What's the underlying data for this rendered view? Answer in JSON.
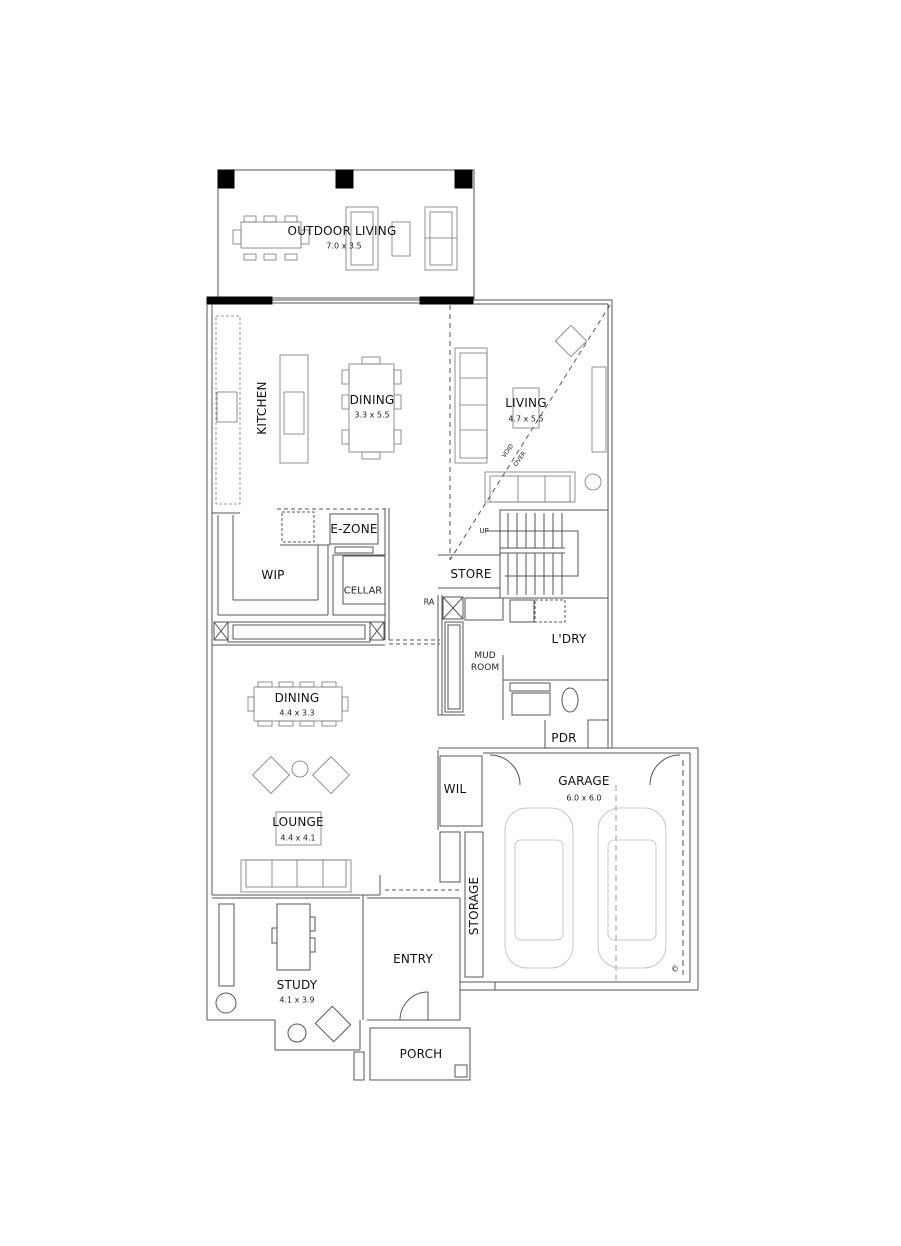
{
  "plan": {
    "type": "floor plan",
    "rooms": {
      "outdoor_living": {
        "name": "OUTDOOR LIVING",
        "size": "7.0 x 3.5"
      },
      "kitchen": {
        "name": "KITCHEN"
      },
      "dining_upper": {
        "name": "DINING",
        "size": "3.3 x 5.5"
      },
      "living": {
        "name": "LIVING",
        "size": "4.7 x 5.5"
      },
      "void_label_1": "VOID",
      "void_label_2": "OVER",
      "e_zone": {
        "name": "E-ZONE"
      },
      "wip": {
        "name": "WIP"
      },
      "cellar": {
        "name": "CELLAR"
      },
      "store": {
        "name": "STORE"
      },
      "stair_up": "UP",
      "ra": "RA",
      "laundry": {
        "name": "L'DRY"
      },
      "mud_room_1": "MUD",
      "mud_room_2": "ROOM",
      "pdr": {
        "name": "PDR"
      },
      "dining_lower": {
        "name": "DINING",
        "size": "4.4 x 3.3"
      },
      "lounge": {
        "name": "LOUNGE",
        "size": "4.4 x 4.1"
      },
      "wil": {
        "name": "WIL"
      },
      "garage": {
        "name": "GARAGE",
        "size": "6.0 x 6.0"
      },
      "storage": {
        "name": "STORAGE"
      },
      "study": {
        "name": "STUDY",
        "size": "4.1 x 3.9"
      },
      "entry": {
        "name": "ENTRY"
      },
      "porch": {
        "name": "PORCH"
      },
      "copyright": "©"
    },
    "colors": {
      "wall": "#555555",
      "furniture": "#777777",
      "solid": "#000000",
      "car": "#bbbbbb"
    }
  }
}
